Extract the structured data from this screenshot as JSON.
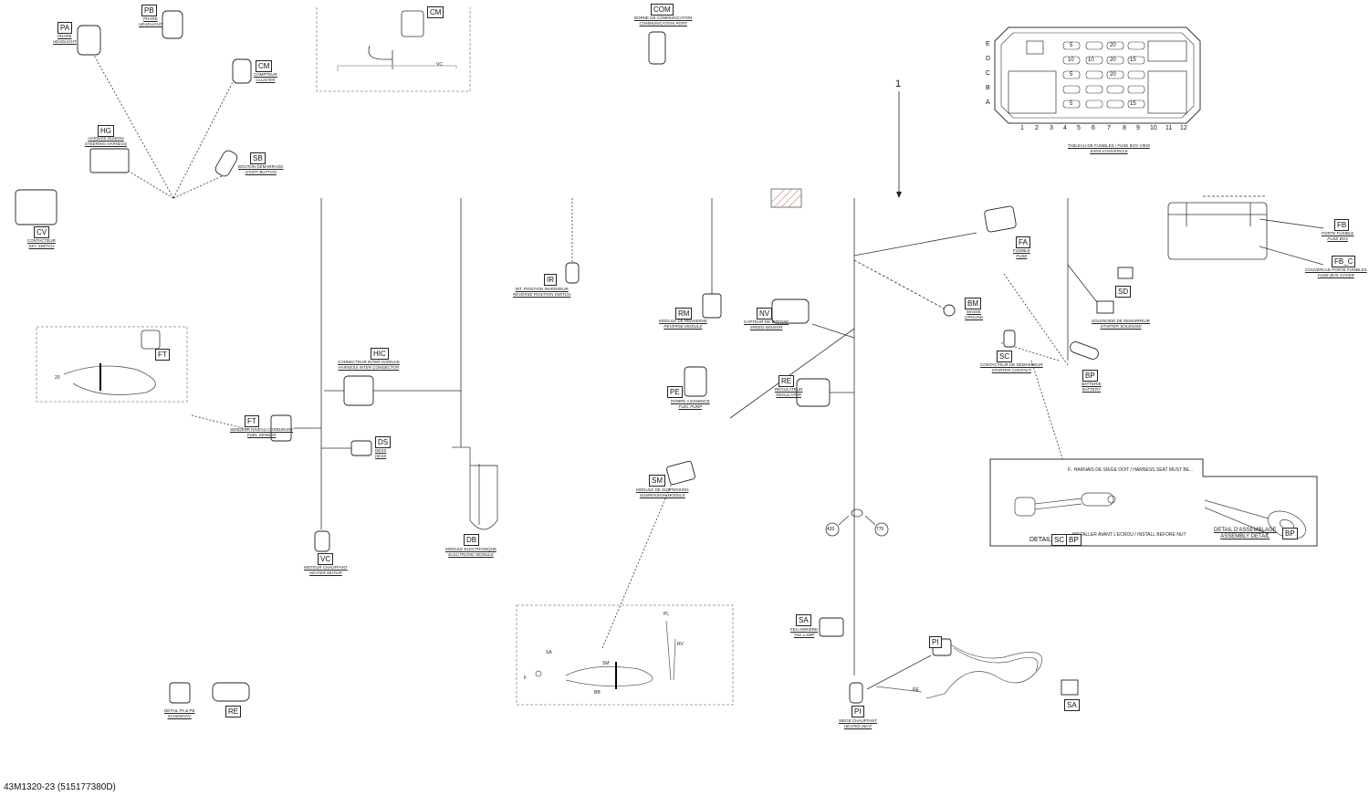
{
  "footer": "43M1320-23 (515177380D)",
  "arrow_label": "1",
  "connectors": {
    "PA": {
      "code": "PA",
      "fr": "PHARE",
      "en": "HEADLIGHT"
    },
    "PB": {
      "code": "PB",
      "fr": "PHARE",
      "en": "HEADLIGHT"
    },
    "CM_top": {
      "code": "CM"
    },
    "CM": {
      "code": "CM",
      "fr": "COMPTEUR",
      "en": "CLUSTER"
    },
    "HG": {
      "code": "HG",
      "fr": "HARNAIS GUIDON",
      "en": "STEERING HARNESS"
    },
    "SB": {
      "code": "SB",
      "fr": "BOUTON DEMARRAGE",
      "en": "START BUTTON"
    },
    "CV": {
      "code": "CV",
      "fr": "CONTACTEUR",
      "en": "KEY SWITCH"
    },
    "COM": {
      "code": "COM",
      "fr": "BORNE DE COMMUNICATION",
      "en": "COMMUNICATION PORT"
    },
    "IR": {
      "code": "IR",
      "fr": "INT. POSITION INVERSEUR",
      "en": "REVERSE POSITION SWITCH"
    },
    "RM": {
      "code": "RM",
      "fr": "MODULE DE RENVERSE",
      "en": "REVERSE MODULE"
    },
    "NV": {
      "code": "NV",
      "fr": "CAPTEUR DE VITESSE",
      "en": "SPEED SENSOR"
    },
    "FA": {
      "code": "FA",
      "fr": "FUSIBLE",
      "en": "FUSE"
    },
    "FB": {
      "code": "FB",
      "fr": "PORTE FUSIBLE",
      "en": "FUSE BOX"
    },
    "FB_C": {
      "code": "FB_C",
      "fr": "COUVERCLE PORTE FUSIBLES",
      "en": "FUSE BOX COVER"
    },
    "SD": {
      "code": "SD",
      "fr": "SOLENOIDE DE DEMARREUR",
      "en": "STARTER SOLENOID"
    },
    "BM": {
      "code": "BM",
      "fr": "MASSE",
      "en": "GROUND"
    },
    "SC": {
      "code": "SC",
      "fr": "CONTACTEUR DE DEMARREUR",
      "en": "STARTER CONTACT"
    },
    "BP": {
      "code": "BP",
      "fr": "BATTERIE",
      "en": "BATTERY"
    },
    "FT_top": {
      "code": "FT"
    },
    "FT": {
      "code": "FT",
      "fr": "SENDEUR NIVEAU CARBURANT",
      "en": "FUEL SENDER"
    },
    "HIC": {
      "code": "HIC",
      "fr": "CONNECTEUR INTER HARNAIS",
      "en": "HARNESS INTER CONNECTOR"
    },
    "DS": {
      "code": "DS",
      "fr": "DESS",
      "en": "DESS"
    },
    "PE": {
      "code": "PE",
      "fr": "POMPE A ESSENCE",
      "en": "FUEL PUMP"
    },
    "RE": {
      "code": "RE",
      "fr": "REGULATEUR",
      "en": "REGULATOR"
    },
    "SM": {
      "code": "SM",
      "fr": "MODULE DE SUSPENSION",
      "en": "SUSPENSION MODULE"
    },
    "DB": {
      "code": "DB",
      "fr": "MODULE ELECTRONIQUE",
      "en": "ELECTRONIC MODULE"
    },
    "VC": {
      "code": "VC",
      "fr": "MOTEUR CHAUFFANT",
      "en": "HEATER MOTOR"
    },
    "SA": {
      "code": "SA",
      "fr": "FEU ARRIERE",
      "en": "TAIL LAMP"
    },
    "SA_right": {
      "code": "SA"
    },
    "PI": {
      "code": "PI",
      "fr": "SIEGE CHAUFFANT",
      "en": "HEATED SEAT"
    },
    "PI_top": {
      "code": "PI"
    },
    "RE_bottom": {
      "code": "RE"
    }
  },
  "detail_pa_pb": {
    "fr": "DETAIL PA & PB",
    "en": "SCHEMATIC"
  },
  "fuse_box": {
    "rows": [
      "E",
      "D",
      "C",
      "B",
      "A"
    ],
    "columns": [
      "1",
      "2",
      "3",
      "4",
      "5",
      "6",
      "7",
      "8",
      "9",
      "10",
      "11",
      "12"
    ],
    "fuse_values": [
      "5",
      "20",
      "20",
      "10",
      "10",
      "20",
      "5",
      "15",
      "5",
      "15"
    ],
    "caption_fr": "TABLEAU DE FUSIBLES / FUSE BOX VIEW",
    "caption_en": "SANS COUVERCLE"
  },
  "detail_box": {
    "note": "F.: HARNAIS DE SIEGE DOIT / HARNESS SEAT MUST BE...",
    "note2": "INSTALLER AVANT L'ECROU / INSTALL BEFORE NUT",
    "detail_label": "DETAIL",
    "detail_sc": "SC",
    "detail_bp": "BP",
    "assembly_fr": "DETAIL D'ASSEMBLAGE",
    "assembly_en": "ASSEMBLY DETAIL",
    "assembly_code": "BP"
  },
  "ground_points": [
    "420",
    "775"
  ],
  "wire_labels": {
    "ft_frame": "20",
    "cm_frame": "VC",
    "sa_frame": "SA",
    "sm_inset": "SM",
    "pl": "PL",
    "rv": "RV",
    "re": "RE",
    "f": "F",
    "bb": "BB"
  }
}
